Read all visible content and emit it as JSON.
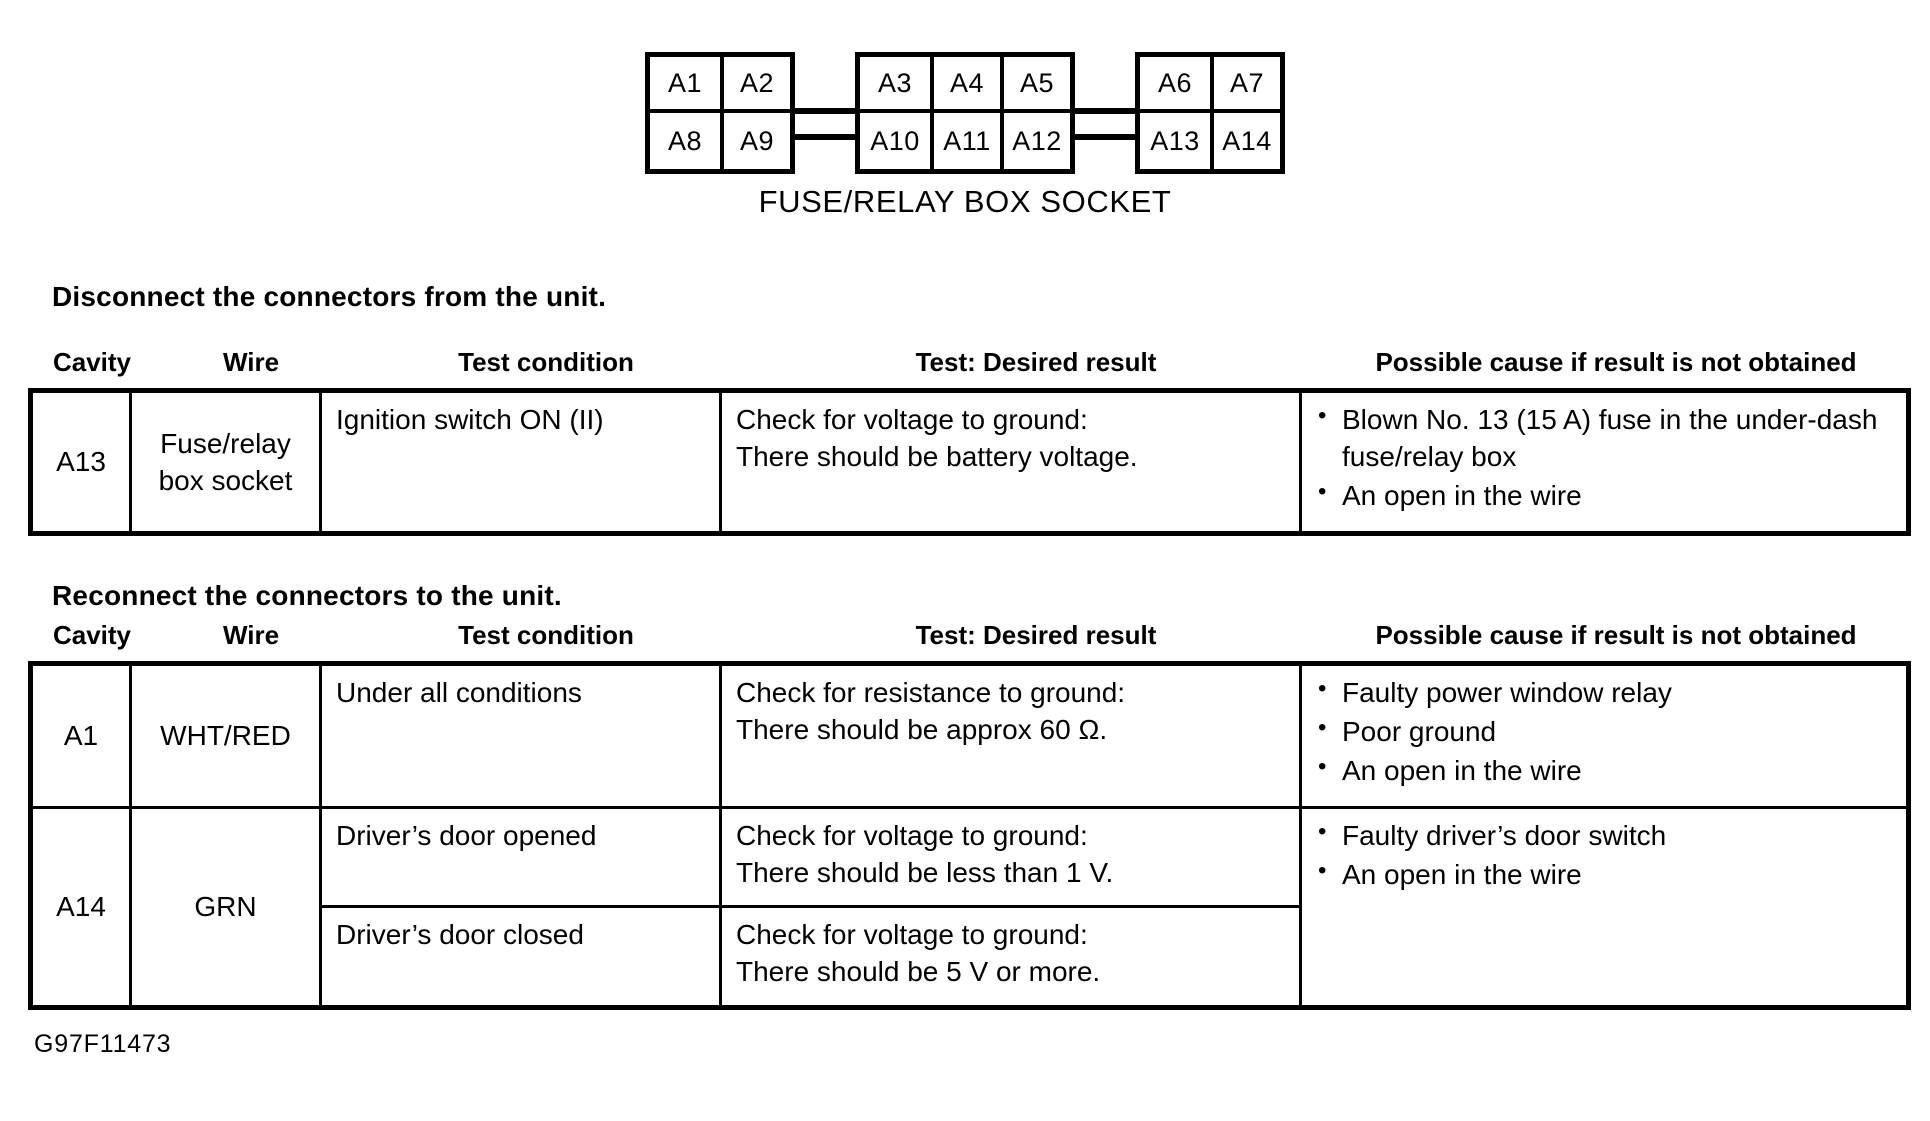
{
  "figure": {
    "caption": "FUSE/RELAY BOX SOCKET",
    "id_code": "G97F11473",
    "blocks": [
      {
        "top": [
          "A1",
          "A2"
        ],
        "bottom": [
          "A8",
          "A9"
        ]
      },
      {
        "top": [
          "A3",
          "A4",
          "A5"
        ],
        "bottom": [
          "A10",
          "A11",
          "A12"
        ]
      },
      {
        "top": [
          "A6",
          "A7"
        ],
        "bottom": [
          "A13",
          "A14"
        ]
      }
    ]
  },
  "columns": {
    "cavity": "Cavity",
    "wire": "Wire",
    "test_condition": "Test condition",
    "desired_result": "Test: Desired result",
    "possible_cause": "Possible cause if result is not obtained"
  },
  "sections": [
    {
      "heading": "Disconnect the connectors from the unit.",
      "rows": [
        {
          "cavity": "A13",
          "wire_line1": "Fuse/relay",
          "wire_line2": "box socket",
          "conditions": [
            {
              "condition": "Ignition switch ON (II)",
              "result_line1": "Check for voltage to ground:",
              "result_line2": "There should be battery voltage."
            }
          ],
          "causes": [
            "Blown No. 13 (15 A) fuse in the under-dash fuse/relay box",
            "An open in the wire"
          ]
        }
      ]
    },
    {
      "heading": "Reconnect the connectors to the unit.",
      "rows": [
        {
          "cavity": "A1",
          "wire_line1": "WHT/RED",
          "wire_line2": "",
          "conditions": [
            {
              "condition": "Under all conditions",
              "result_line1": "Check for resistance to ground:",
              "result_line2": "There should be approx 60 Ω."
            }
          ],
          "causes": [
            "Faulty power window relay",
            "Poor ground",
            "An open in the wire"
          ]
        },
        {
          "cavity": "A14",
          "wire_line1": "GRN",
          "wire_line2": "",
          "conditions": [
            {
              "condition": "Driver’s door opened",
              "result_line1": "Check for voltage to ground:",
              "result_line2": "There should be less than 1 V."
            },
            {
              "condition": "Driver’s door closed",
              "result_line1": "Check for voltage to ground:",
              "result_line2": "There should be 5 V or more."
            }
          ],
          "causes": [
            "Faulty driver’s door switch",
            "An open in the wire"
          ]
        }
      ]
    }
  ]
}
